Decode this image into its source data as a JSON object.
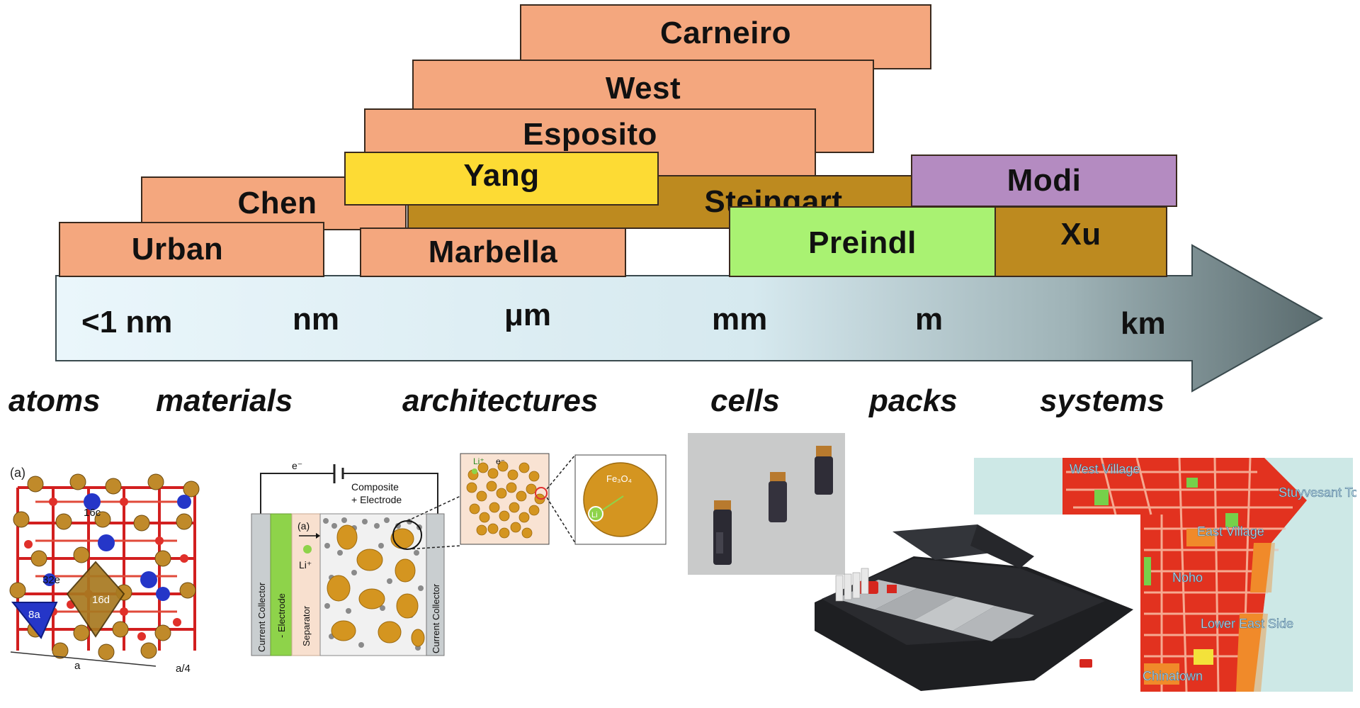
{
  "colors": {
    "salmon": "#f4a77e",
    "gold": "#bd8a1f",
    "yellow": "#fddb34",
    "purple": "#b48bc1",
    "green": "#a9f272",
    "arrow_start": "#eaf6fb",
    "arrow_end": "#5a6b6e"
  },
  "groups": {
    "carneiro": "Carneiro",
    "west": "West",
    "esposito": "Esposito",
    "yang": "Yang",
    "chen": "Chen",
    "steingart": "Steingart",
    "modi": "Modi",
    "urban": "Urban",
    "marbella": "Marbella",
    "preindl": "Preindl",
    "xu": "Xu"
  },
  "scale": {
    "sub_nm": "<1 nm",
    "nm": "nm",
    "um": "μm",
    "mm": "mm",
    "m": "m",
    "km": "km"
  },
  "categories": {
    "atoms": "atoms",
    "materials": "materials",
    "architectures": "architectures",
    "cells": "cells",
    "packs": "packs",
    "systems": "systems"
  },
  "crystal": {
    "panel_label": "(a)",
    "site_16c": "16c",
    "site_32e": "32e",
    "site_16d": "16d",
    "site_8a": "8a",
    "axis_a": "a",
    "axis_a4": "a/4"
  },
  "electrode": {
    "electron_top": "e⁻",
    "composite_line1": "Composite",
    "composite_line2": "+ Electrode",
    "panel_label": "(a)",
    "ion_label": "Li⁺",
    "current_collector_left": "Current Collector",
    "neg_electrode": "- Electrode",
    "separator": "Separator",
    "current_collector_right": "Current Collector",
    "zoom_ion": "Li⁺",
    "zoom_electron": "e⁻",
    "particle": "Fe₃O₄",
    "particle_ion": "Li"
  },
  "city_map": {
    "west_village": "West Village",
    "stuyvesant_town": "Stuyvesant Town",
    "east_village": "East Village",
    "noho": "Noho",
    "lower_east_side": "Lower East Side",
    "chinatown": "Chinatown"
  }
}
